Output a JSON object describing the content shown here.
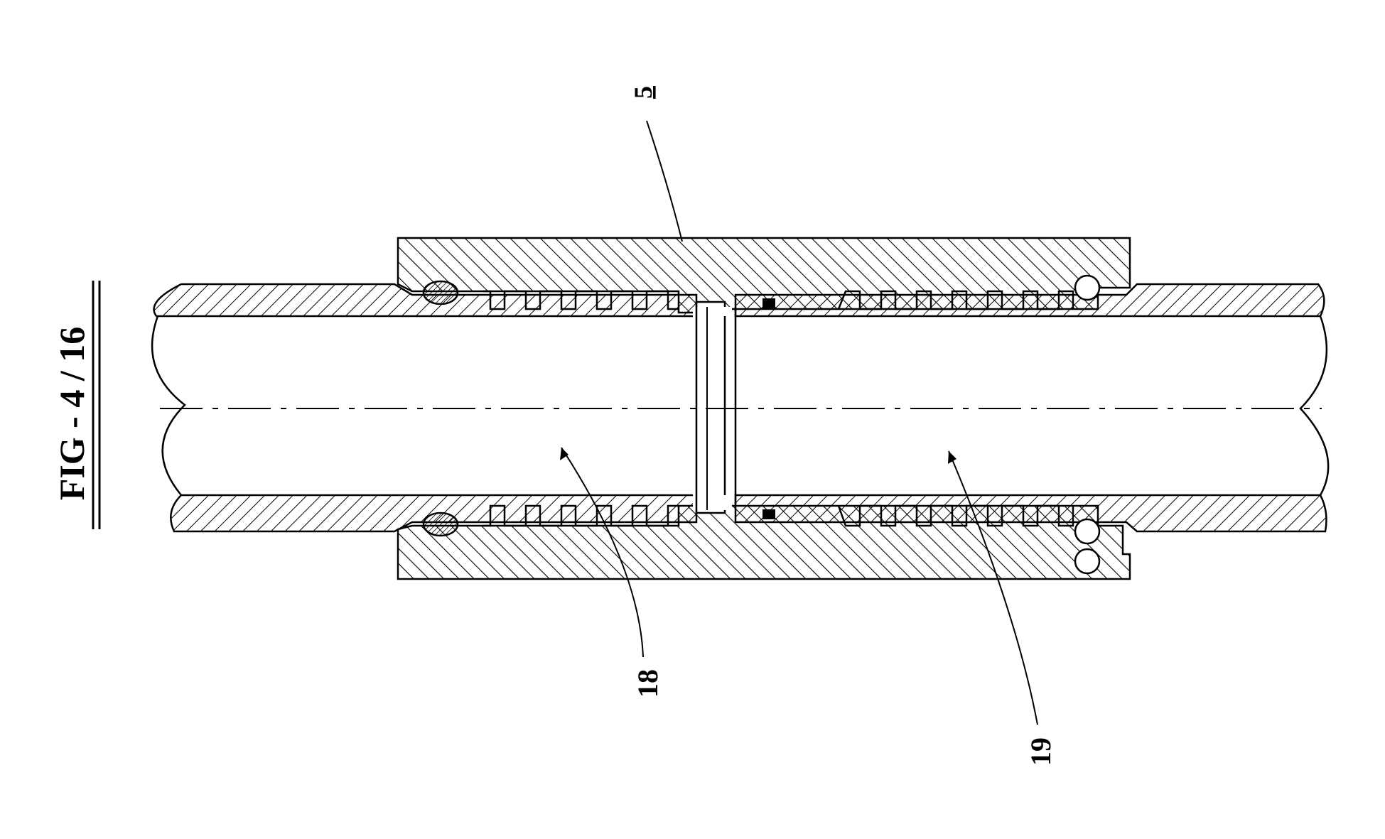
{
  "figure": {
    "title": "FIG - 4 / 16",
    "callouts": {
      "coupling": "5",
      "left_pipe": "18",
      "right_pipe": "19"
    }
  }
}
